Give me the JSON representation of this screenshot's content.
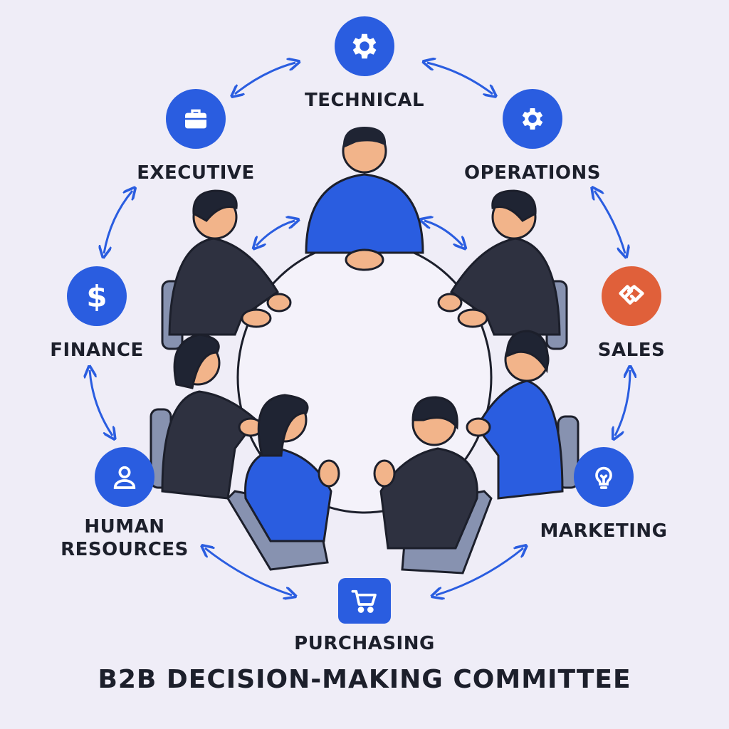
{
  "title": "B2B DECISION-MAKING COMMITTEE",
  "colors": {
    "background": "#efedf7",
    "primary": "#2a5de0",
    "sales": "#e0603a",
    "text": "#1c1f2b"
  },
  "roles": [
    {
      "id": "technical",
      "label": "TECHNICAL",
      "icon": "gear-icon"
    },
    {
      "id": "operations",
      "label": "OPERATIONS",
      "icon": "gear-icon"
    },
    {
      "id": "sales",
      "label": "SALES",
      "icon": "handshake-icon"
    },
    {
      "id": "marketing",
      "label": "MARKETING",
      "icon": "lightbulb-icon"
    },
    {
      "id": "purchasing",
      "label": "PURCHASING",
      "icon": "shopping-cart-icon"
    },
    {
      "id": "hr",
      "label": "HUMAN\nRESOURCES",
      "icon": "person-icon"
    },
    {
      "id": "finance",
      "label": "FINANCE",
      "icon": "dollar-icon"
    },
    {
      "id": "executive",
      "label": "EXECUTIVE",
      "icon": "briefcase-icon"
    }
  ]
}
